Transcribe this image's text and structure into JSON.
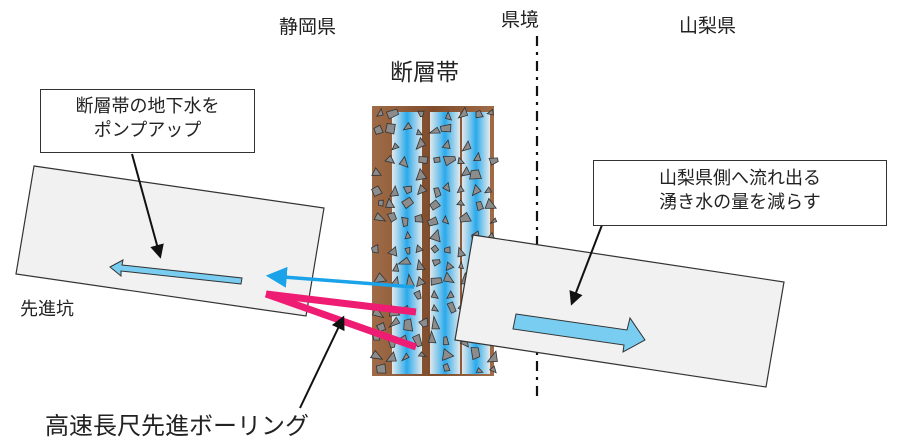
{
  "labels": {
    "shizuoka": "静岡県",
    "border": "県境",
    "yamanashi": "山梨県",
    "fault_zone": "断層帯",
    "pilot_tunnel": "先進坑",
    "boring": "高速長尺先進ボーリング"
  },
  "callouts": {
    "pump_up": {
      "line1": "断層帯の地下水を",
      "line2": "ポンプアップ"
    },
    "reduce": {
      "line1": "山梨県側へ流れ出る",
      "line2": "湧き水の量を減らす"
    }
  },
  "colors": {
    "tunnel_fill": "#f1f1f1",
    "water": "#79cdf0",
    "water_blue": "#1aa3e8",
    "boring": "#ee1c72",
    "fault_brown": "#8e5a37",
    "rock": "#8c8c8c"
  }
}
